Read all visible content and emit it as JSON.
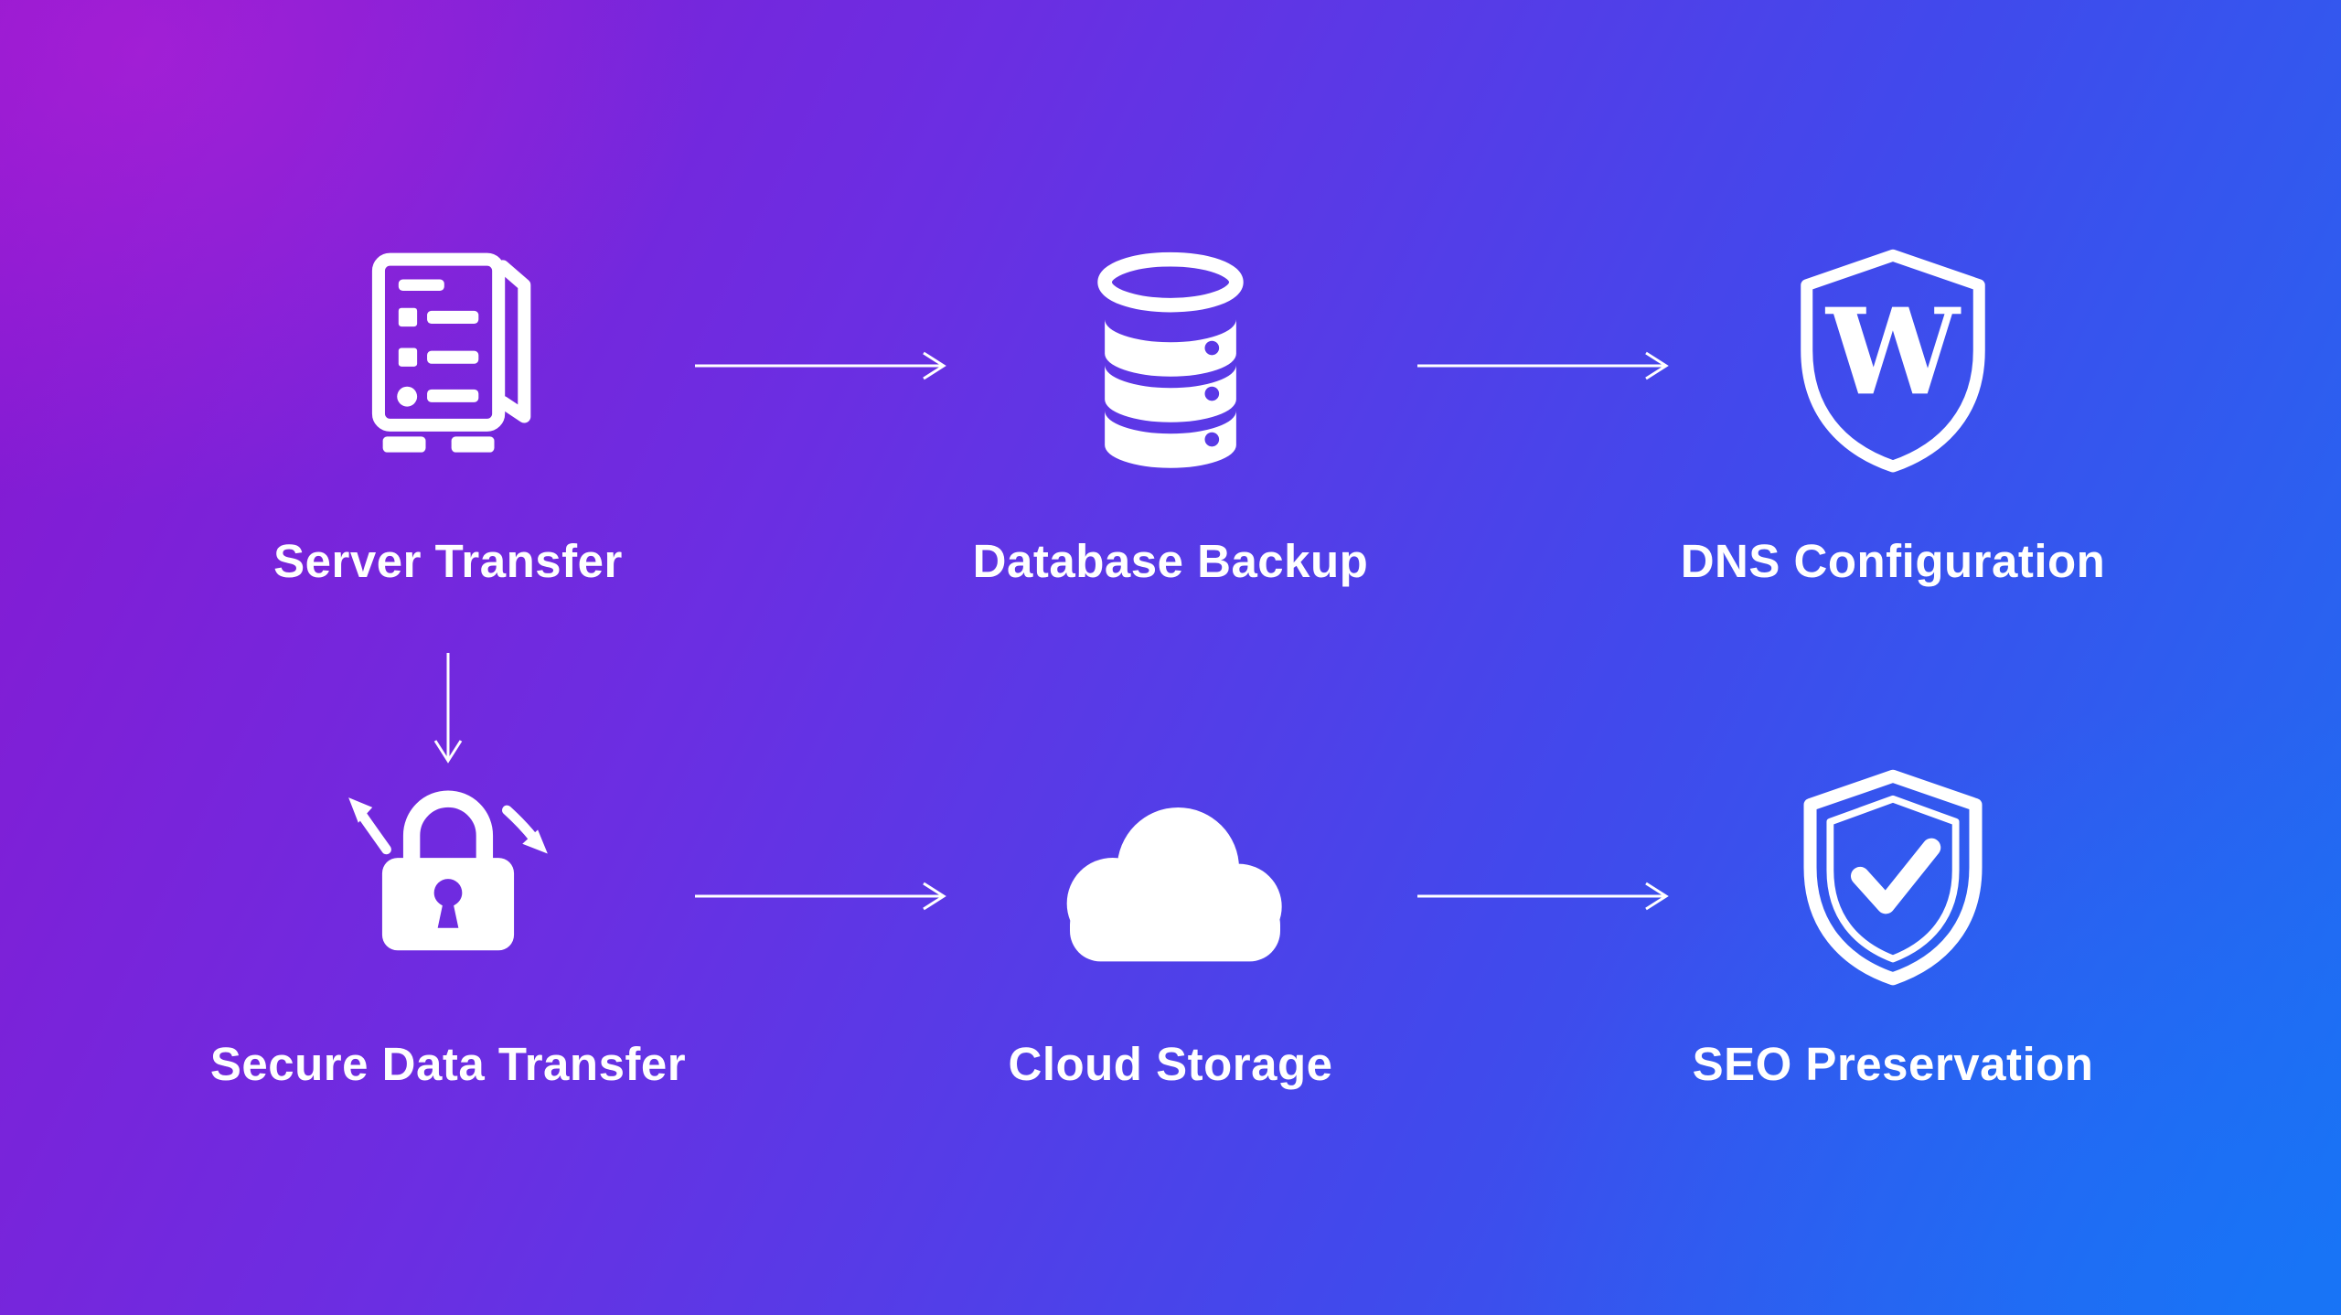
{
  "background": {
    "gradient_colors": [
      "#8a17d0",
      "#6b2ee2",
      "#4149ec",
      "#1d6ff2"
    ],
    "style": "purple-to-blue diagonal gradient"
  },
  "text_color": "#ffffff",
  "icon_color": "#ffffff",
  "nodes": [
    {
      "id": "server-transfer",
      "label": "Server Transfer",
      "icon": "server-icon"
    },
    {
      "id": "database-backup",
      "label": "Database Backup",
      "icon": "database-icon"
    },
    {
      "id": "dns-configuration",
      "label": "DNS Configuration",
      "icon": "shield-w-icon"
    },
    {
      "id": "secure-data-transfer",
      "label": "Secure Data Transfer",
      "icon": "lock-arrows-icon"
    },
    {
      "id": "cloud-storage",
      "label": "Cloud Storage",
      "icon": "cloud-icon"
    },
    {
      "id": "seo-preservation",
      "label": "SEO Preservation",
      "icon": "shield-check-icon"
    }
  ],
  "shield_letter": "W",
  "edges": [
    {
      "from": "Server Transfer",
      "to": "Database Backup",
      "direction": "right"
    },
    {
      "from": "Database Backup",
      "to": "DNS Configuration",
      "direction": "right"
    },
    {
      "from": "Server Transfer",
      "to": "Secure Data Transfer",
      "direction": "down"
    },
    {
      "from": "Secure Data Transfer",
      "to": "Cloud Storage",
      "direction": "right"
    },
    {
      "from": "Cloud Storage",
      "to": "SEO Preservation",
      "direction": "right"
    }
  ]
}
